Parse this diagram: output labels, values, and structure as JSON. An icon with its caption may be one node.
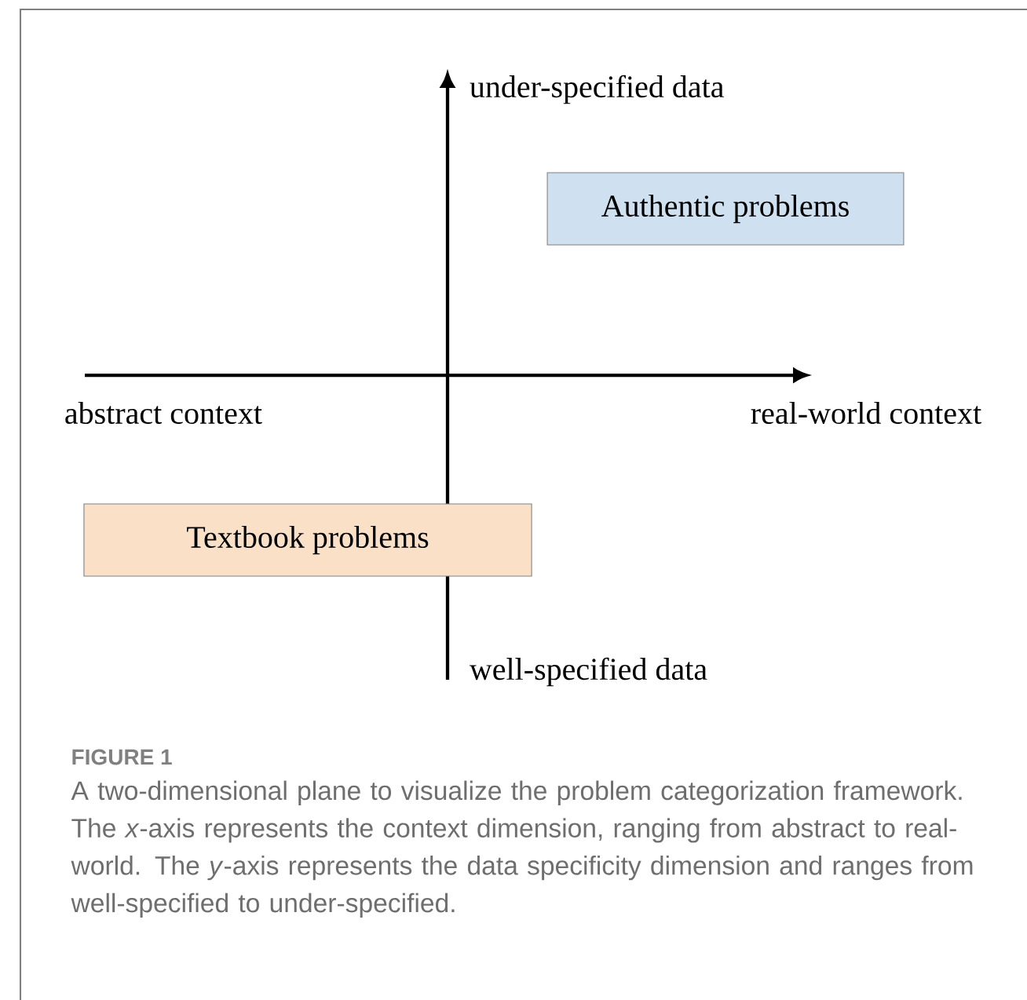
{
  "diagram": {
    "title": "FIGURE 1",
    "caption": "A two-dimensional plane to visualize the problem categorization framework. The *x*-axis represents the context dimension, ranging from abstract to real-world. The *y*-axis represents the data specificity dimension and ranges from well-specified to under-specified.",
    "nodes": [
      {
        "text": [
          "Authentic problems"
        ]
      },
      {
        "text": [
          "Textbook problems"
        ]
      }
    ],
    "labels": [
      "under-specified data",
      "abstract context",
      "real-world context",
      "well-specified data"
    ]
  }
}
